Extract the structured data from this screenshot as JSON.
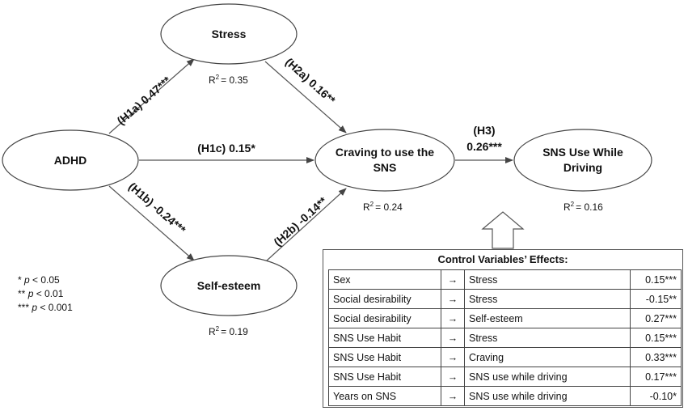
{
  "nodes": {
    "adhd": "ADHD",
    "stress": "Stress",
    "self_esteem": "Self-esteem",
    "craving_line1": "Craving to use the",
    "craving_line2": "SNS",
    "driving_line1": "SNS Use While",
    "driving_line2": "Driving"
  },
  "paths": {
    "h1a": "(H1a) 0.47***",
    "h1b": "(H1b) -0.24***",
    "h1c": "(H1c) 0.15*",
    "h2a": "(H2a) 0.16**",
    "h2b": "(H2b) -0.14**",
    "h3_line1": "(H3)",
    "h3_line2": "0.26***"
  },
  "r_squared": {
    "prefix": "R",
    "sup": "2",
    "stress": "= 0.35",
    "self_esteem": "= 0.19",
    "craving": "= 0.24",
    "driving": "= 0.16"
  },
  "legend": [
    {
      "stars": "* ",
      "p": "p",
      "rest": " < 0.05"
    },
    {
      "stars": "** ",
      "p": "p",
      "rest": " < 0.01"
    },
    {
      "stars": "*** ",
      "p": "p",
      "rest": " < 0.001"
    }
  ],
  "controls": {
    "title": "Control Variables’ Effects:",
    "arrow": "→",
    "rows": [
      {
        "variable": "Sex",
        "target": "Stress",
        "coef": "0.15***"
      },
      {
        "variable": "Social desirability",
        "target": "Stress",
        "coef": "-0.15**"
      },
      {
        "variable": "Social desirability",
        "target": "Self-esteem",
        "coef": "0.27***"
      },
      {
        "variable": "SNS Use Habit",
        "target": "Stress",
        "coef": "0.15***"
      },
      {
        "variable": "SNS Use Habit",
        "target": "Craving",
        "coef": "0.33***"
      },
      {
        "variable": "SNS Use Habit",
        "target": "SNS use while driving",
        "coef": "0.17***"
      },
      {
        "variable": "Years on SNS",
        "target": "SNS use while driving",
        "coef": "-0.10*"
      }
    ]
  },
  "colors": {
    "line": "#555555",
    "node_stroke": "#444444",
    "text": "#111111"
  }
}
